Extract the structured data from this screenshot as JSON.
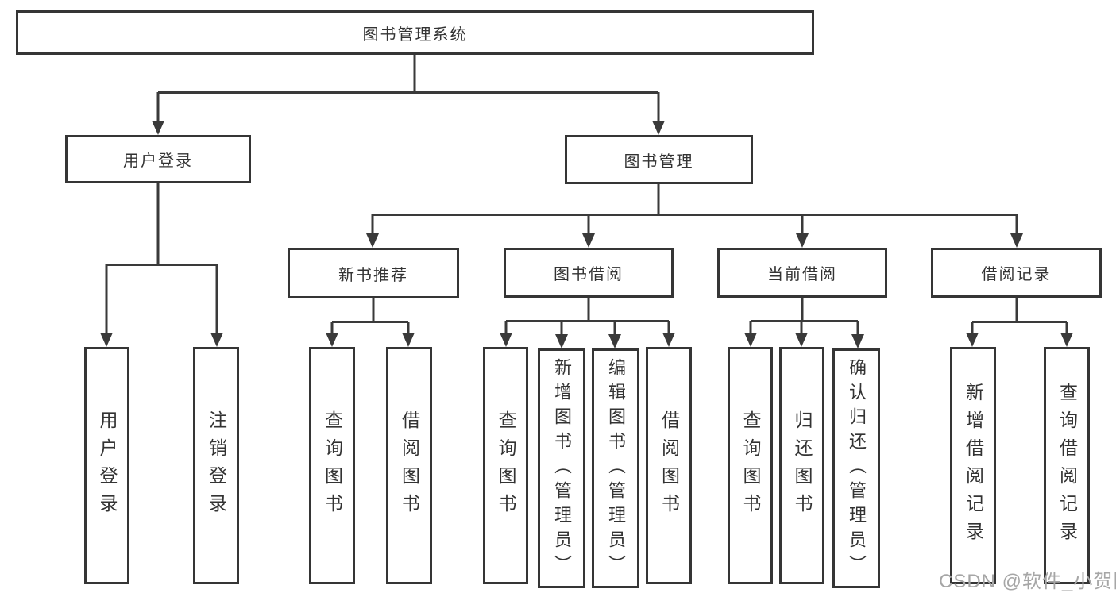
{
  "diagram": {
    "title": "图书管理系统",
    "watermark": "CSDN @软件_小贺同学",
    "colors": {
      "line": "#3a3a3a",
      "border": "#353535",
      "text": "#333333",
      "watermark": "#a6a6a6",
      "background": "#ffffff"
    },
    "nodes": {
      "root": {
        "label": "图书管理系统"
      },
      "user_login": {
        "label": "用户登录"
      },
      "book_mgmt": {
        "label": "图书管理"
      },
      "new_book_rec": {
        "label": "新书推荐"
      },
      "book_borrow": {
        "label": "图书借阅"
      },
      "current_borrow": {
        "label": "当前借阅"
      },
      "borrow_records": {
        "label": "借阅记录"
      },
      "leaf_user_login": {
        "label": "用户登录"
      },
      "leaf_logout": {
        "label": "注销登录"
      },
      "leaf_query_book_1": {
        "label": "查询图书"
      },
      "leaf_borrow_book_1": {
        "label": "借阅图书"
      },
      "leaf_query_book_2": {
        "label": "查询图书"
      },
      "leaf_add_book": {
        "label": "新增图书（管理员）"
      },
      "leaf_edit_book": {
        "label": "编辑图书（管理员）"
      },
      "leaf_borrow_book_2": {
        "label": "借阅图书"
      },
      "leaf_query_book_3": {
        "label": "查询图书"
      },
      "leaf_return_book": {
        "label": "归还图书"
      },
      "leaf_confirm_return": {
        "label": "确认归还（管理员）"
      },
      "leaf_add_record": {
        "label": "新增借阅记录"
      },
      "leaf_query_record": {
        "label": "查询借阅记录"
      }
    },
    "hierarchy": {
      "图书管理系统": {
        "用户登录": [
          "用户登录",
          "注销登录"
        ],
        "图书管理": {
          "新书推荐": [
            "查询图书",
            "借阅图书"
          ],
          "图书借阅": [
            "查询图书",
            "新增图书（管理员）",
            "编辑图书（管理员）",
            "借阅图书"
          ],
          "当前借阅": [
            "查询图书",
            "归还图书",
            "确认归还（管理员）"
          ],
          "借阅记录": [
            "新增借阅记录",
            "查询借阅记录"
          ]
        }
      }
    }
  }
}
